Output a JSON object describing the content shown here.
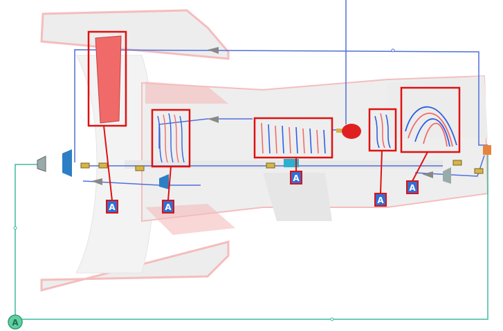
{
  "diagram": {
    "colors": {
      "highlight_box": "#e01010",
      "flow_line": "#4f6fd8",
      "loop_line": "#3fb8a0",
      "engine_ghost": "#ececec",
      "engine_ghost_red": "#f3b6b6",
      "blade_red": "#f06a6a",
      "blade_blue": "#2f5fe0",
      "combustor": "#e02020",
      "node_fill": "#5fd0a0",
      "module_icon_fill": "#2f6fd6",
      "module_icon_text": "#ffffff"
    },
    "loop_node_label": "A",
    "module_icon_letter": "A",
    "module_icon_count": 5,
    "highlighted_components": [
      "fan-blade",
      "low-pressure-compressor",
      "high-pressure-compressor",
      "high-pressure-turbine",
      "low-pressure-turbine"
    ]
  }
}
